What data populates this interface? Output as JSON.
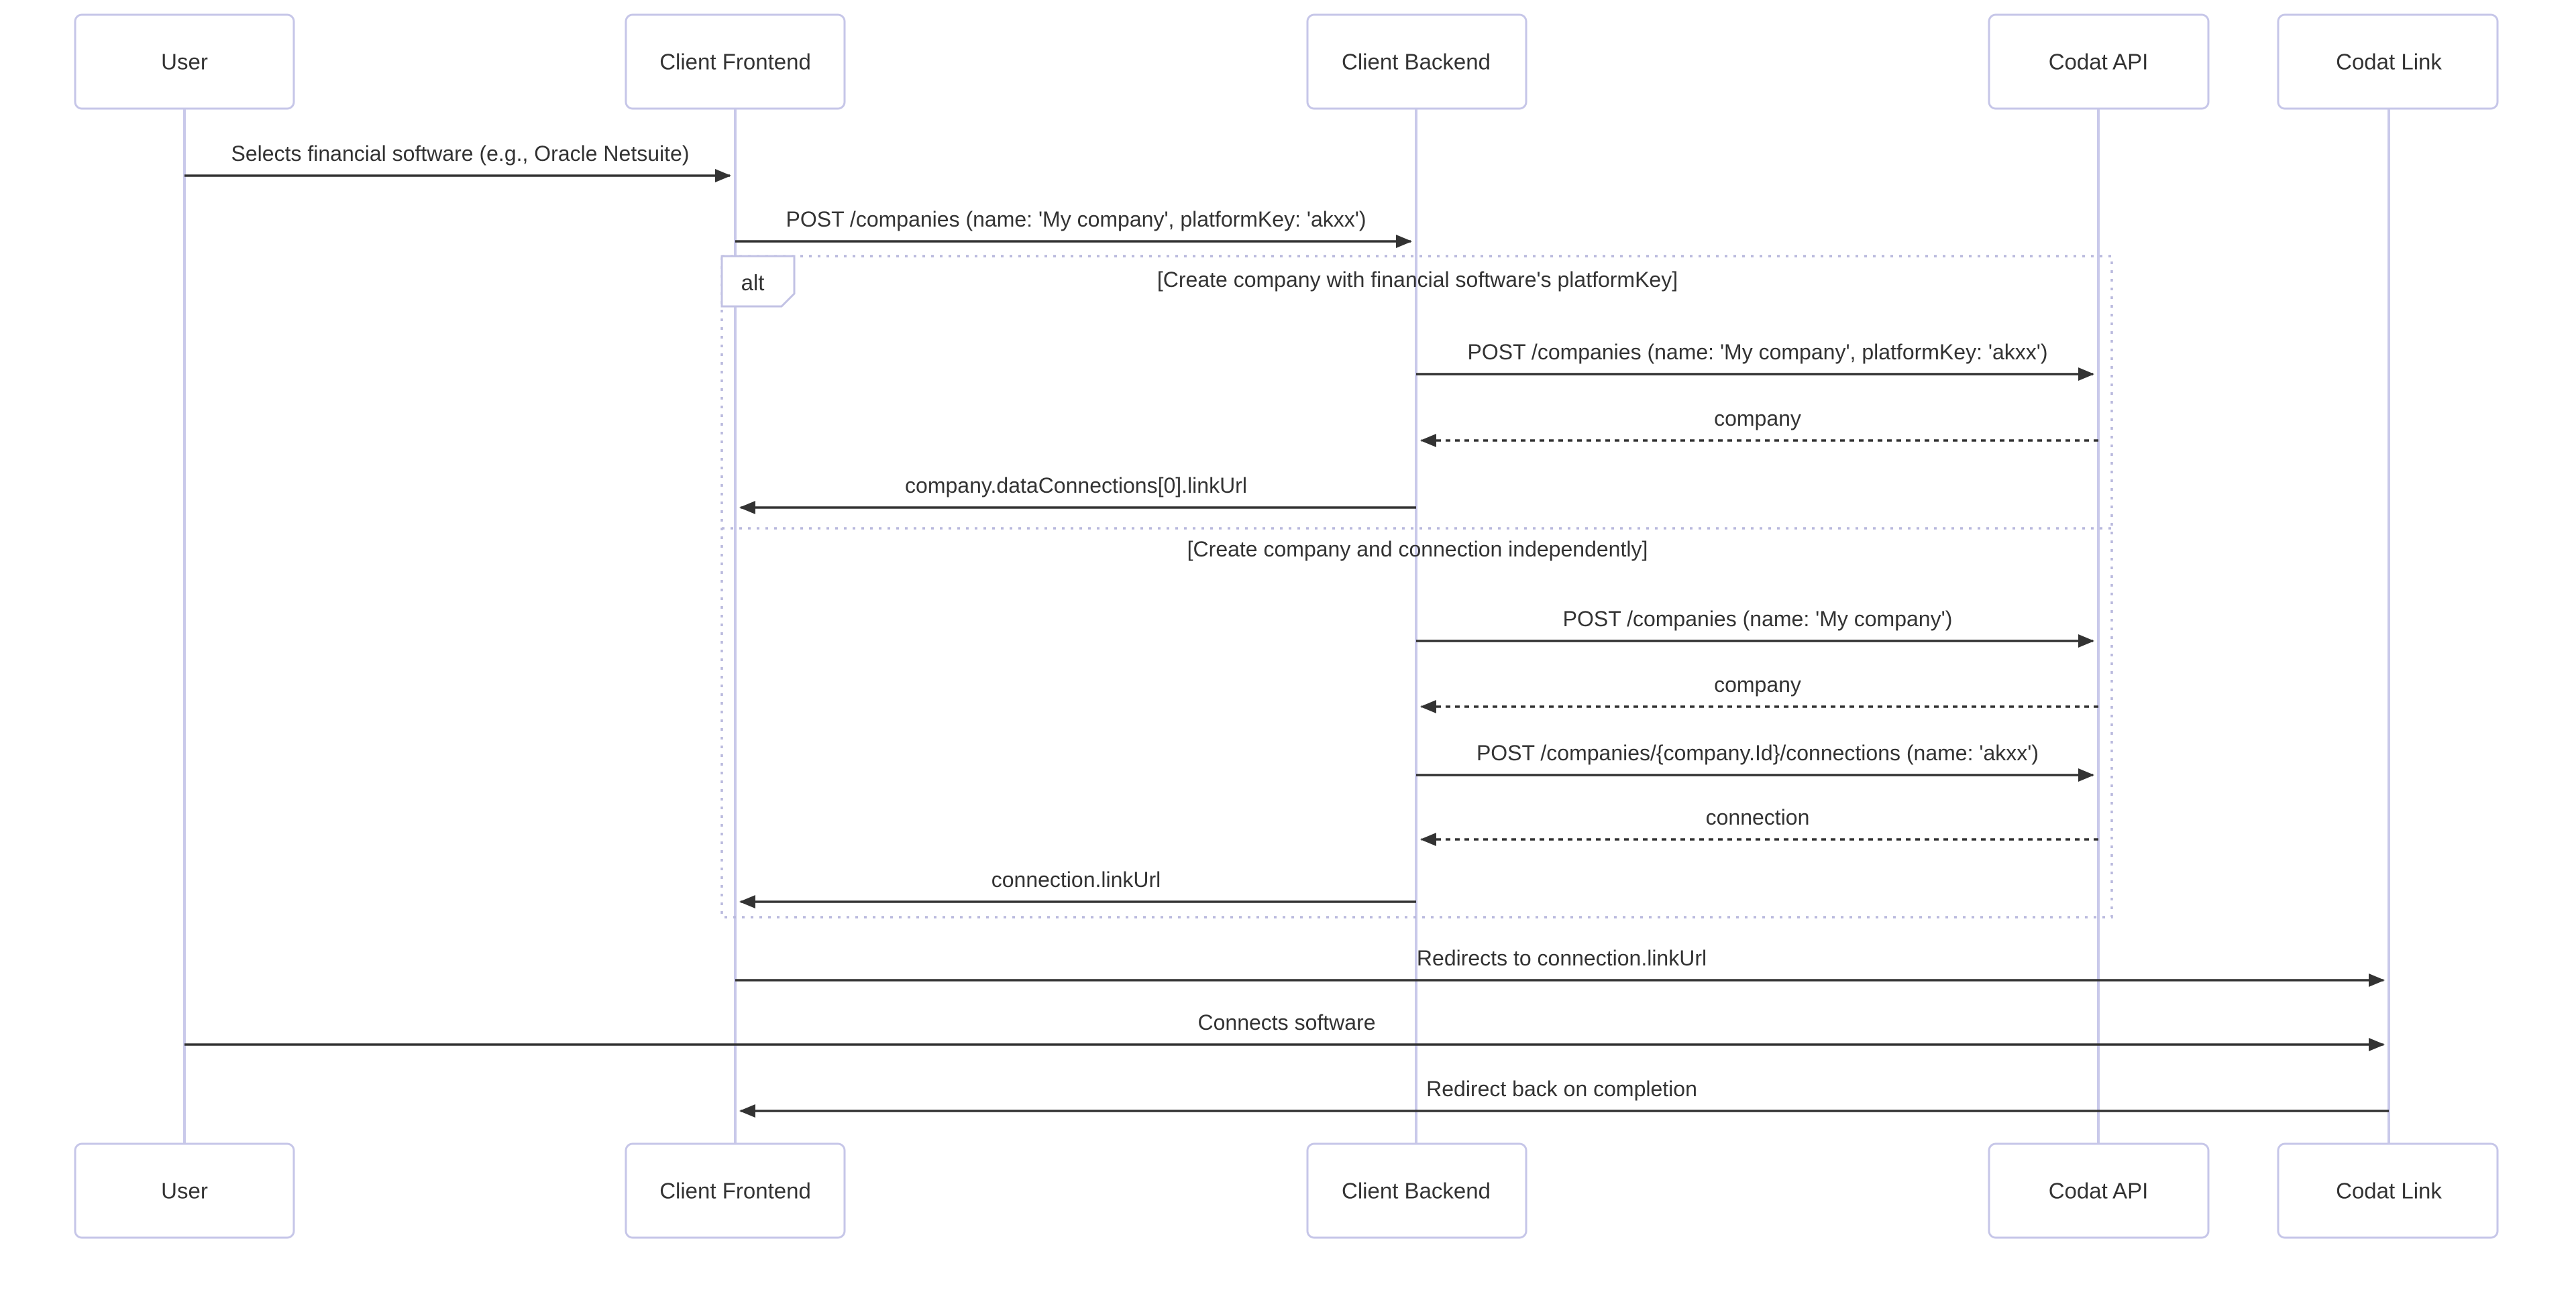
{
  "diagram_type": "sequence-diagram",
  "colors": {
    "background": "#FFFFFF",
    "actor_border": "#C6C6E8",
    "actor_fill": "#FFFFFF",
    "lifeline": "#C9C9EA",
    "frame_border": "#B9B9DD",
    "arrow": "#333333",
    "text": "#333333"
  },
  "participants": [
    {
      "name": "User"
    },
    {
      "name": "Client Frontend"
    },
    {
      "name": "Client Backend"
    },
    {
      "name": "Codat API"
    },
    {
      "name": "Codat Link"
    }
  ],
  "messages": [
    {
      "from": "User",
      "to": "Client Frontend",
      "style": "solid",
      "label": "Selects financial software (e.g., Oracle Netsuite)"
    },
    {
      "from": "Client Frontend",
      "to": "Client Backend",
      "style": "solid",
      "label": "POST /companies (name: 'My company', platformKey: 'akxx')"
    },
    {
      "from": "Client Backend",
      "to": "Codat API",
      "style": "solid",
      "label": "POST /companies (name: 'My company', platformKey: 'akxx')"
    },
    {
      "from": "Codat API",
      "to": "Client Backend",
      "style": "dashed",
      "label": "company"
    },
    {
      "from": "Client Backend",
      "to": "Client Frontend",
      "style": "solid",
      "label": "company.dataConnections[0].linkUrl"
    },
    {
      "from": "Client Backend",
      "to": "Codat API",
      "style": "solid",
      "label": "POST /companies (name: 'My company')"
    },
    {
      "from": "Codat API",
      "to": "Client Backend",
      "style": "dashed",
      "label": "company"
    },
    {
      "from": "Client Backend",
      "to": "Codat API",
      "style": "solid",
      "label": "POST /companies/{company.Id}/connections (name: 'akxx')"
    },
    {
      "from": "Codat API",
      "to": "Client Backend",
      "style": "dashed",
      "label": "connection"
    },
    {
      "from": "Client Backend",
      "to": "Client Frontend",
      "style": "solid",
      "label": "connection.linkUrl"
    },
    {
      "from": "Client Frontend",
      "to": "Codat Link",
      "style": "solid",
      "label": "Redirects to connection.linkUrl"
    },
    {
      "from": "User",
      "to": "Codat Link",
      "style": "solid",
      "label": "Connects software"
    },
    {
      "from": "Codat Link",
      "to": "Client Frontend",
      "style": "solid",
      "label": "Redirect back on completion"
    }
  ],
  "alt_frame": {
    "label": "alt",
    "conditions": [
      "[Create company with financial software's platformKey]",
      "[Create company and connection independently]"
    ]
  }
}
